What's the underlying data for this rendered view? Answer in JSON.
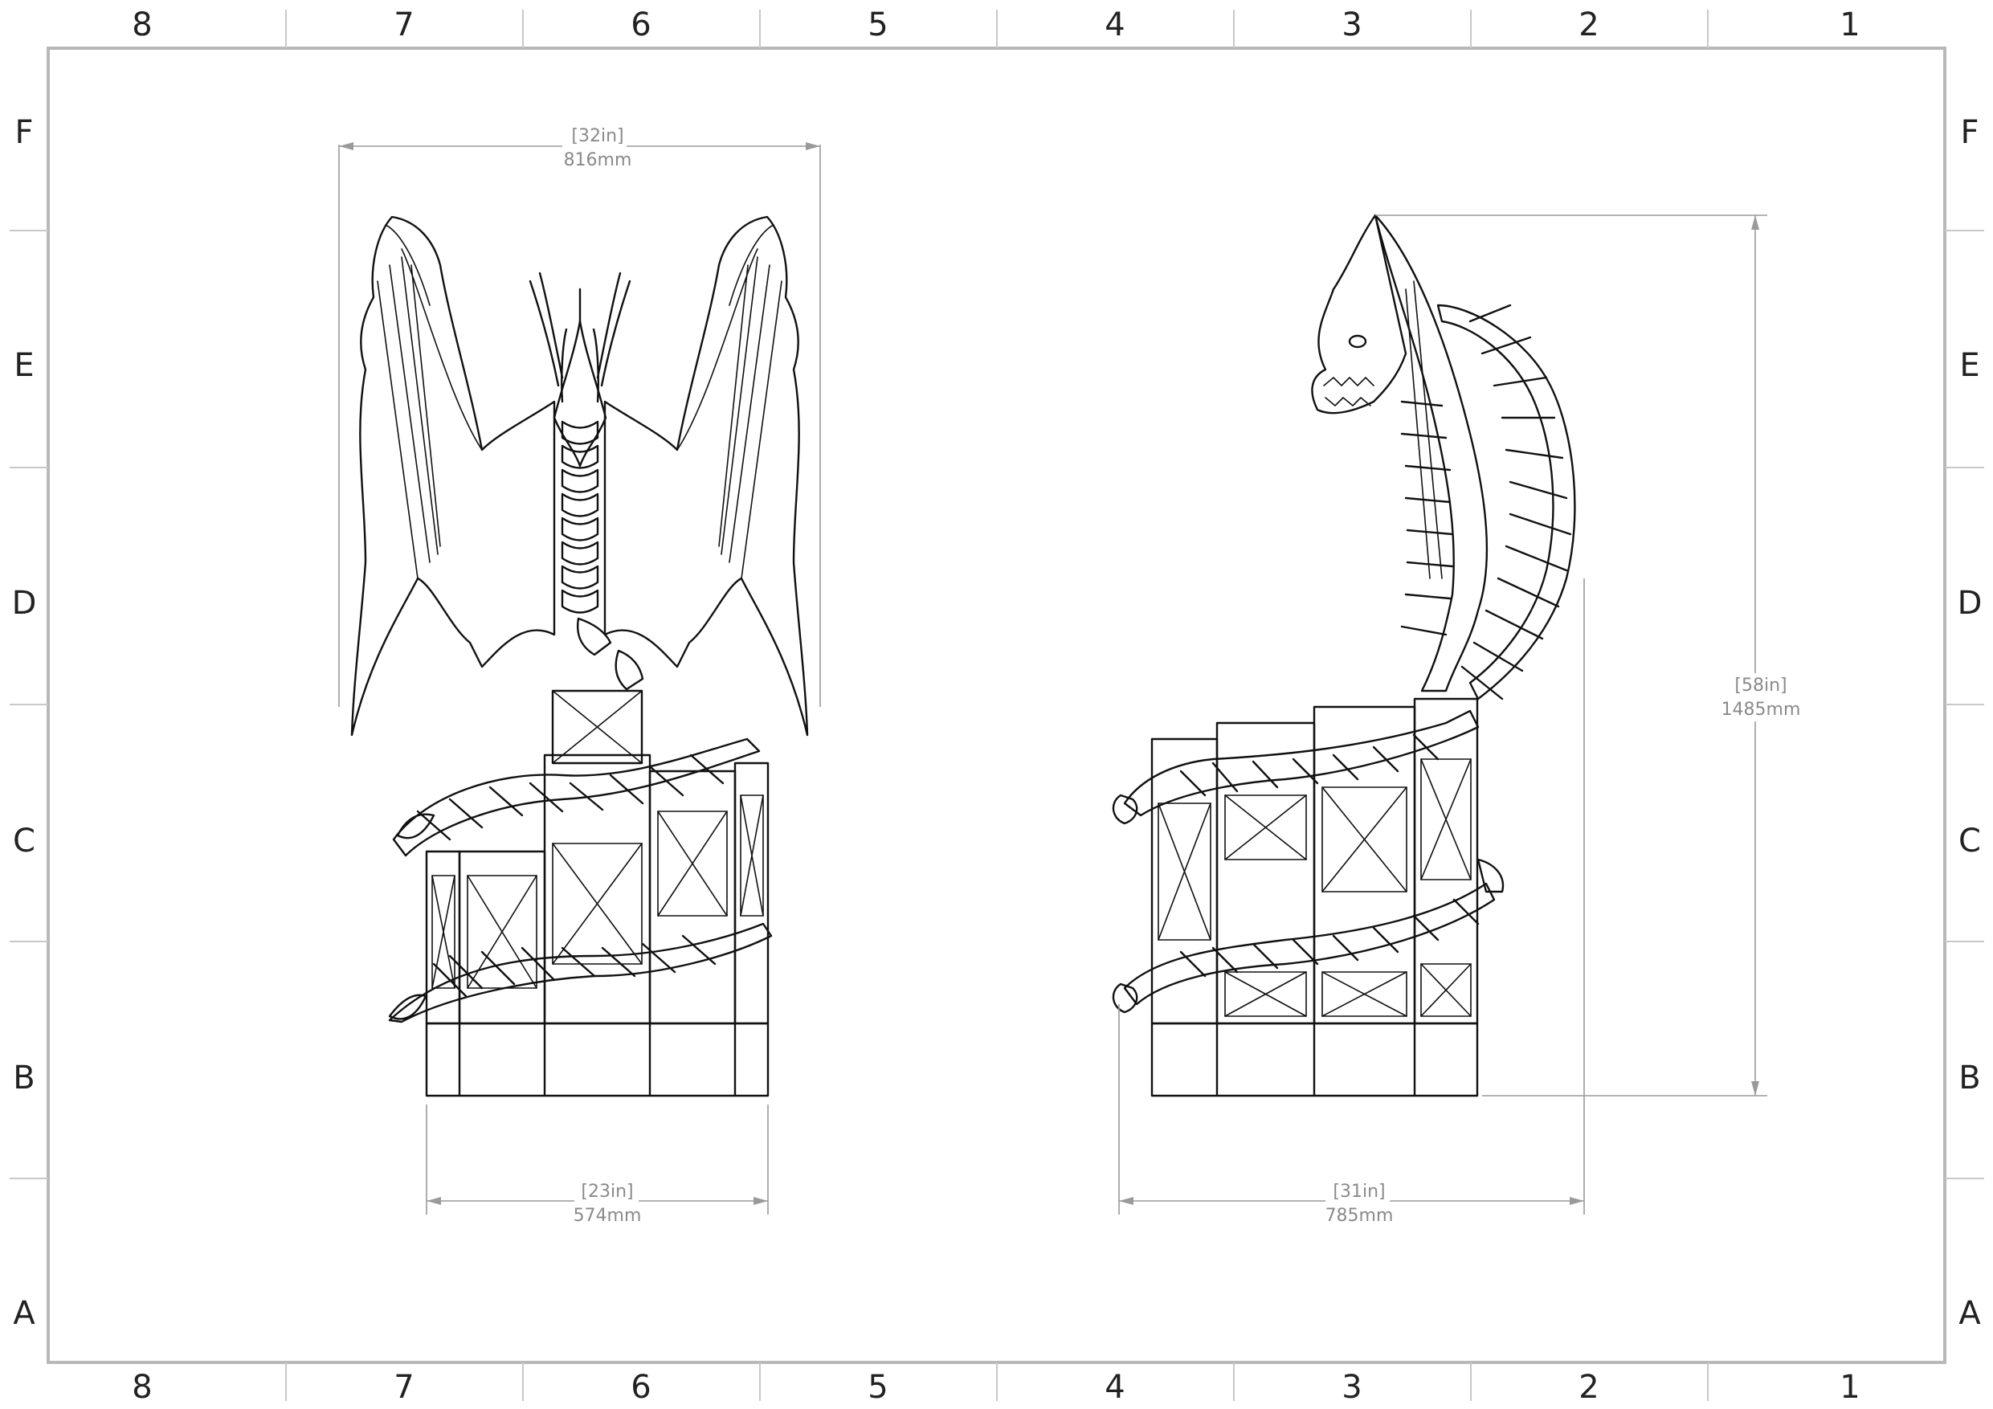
{
  "border": {
    "columns": [
      "8",
      "7",
      "6",
      "5",
      "4",
      "3",
      "2",
      "1"
    ],
    "rows": [
      "F",
      "E",
      "D",
      "C",
      "B",
      "A"
    ]
  },
  "front_view": {
    "width_top": {
      "imperial": "[32in]",
      "metric": "816mm"
    },
    "width_base": {
      "imperial": "[23in]",
      "metric": "574mm"
    }
  },
  "side_view": {
    "height": {
      "imperial": "[58in]",
      "metric": "1485mm"
    },
    "depth": {
      "imperial": "[31in]",
      "metric": "785mm"
    }
  },
  "colors": {
    "line": "#111111",
    "dimension": "#9a9a9a",
    "frame": "#b8b8b8"
  }
}
